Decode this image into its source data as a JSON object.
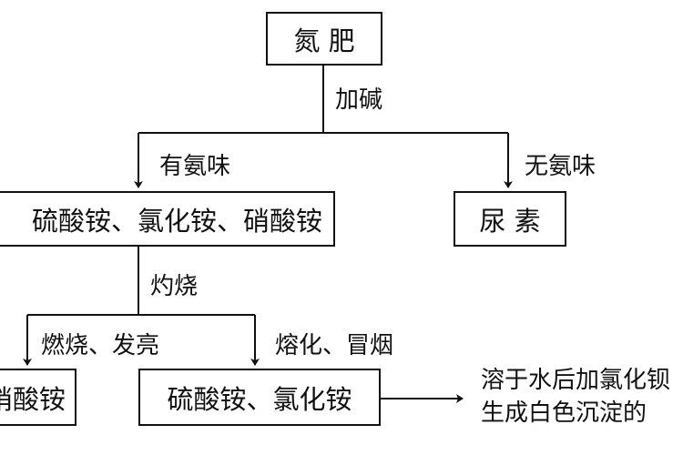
{
  "nodes": {
    "nitrogen_fertilizer": "氮 肥",
    "sulfate_chloride_nitrate": "硫酸铵、氯化铵、硝酸铵",
    "urea": "尿 素",
    "ammonium_nitrate": "硝酸铵",
    "sulfate_chloride": "硫酸铵、氯化铵"
  },
  "edges": {
    "add_alkali": "加碱",
    "ammonia_smell": "有氨味",
    "no_ammonia_smell": "无氨味",
    "burning": "灼烧",
    "burns_glows": "燃烧、发亮",
    "melts_smokes": "熔化、冒烟"
  },
  "note": {
    "line1": "溶于水后加氯化钡",
    "line2": "生成白色沉淀的"
  }
}
